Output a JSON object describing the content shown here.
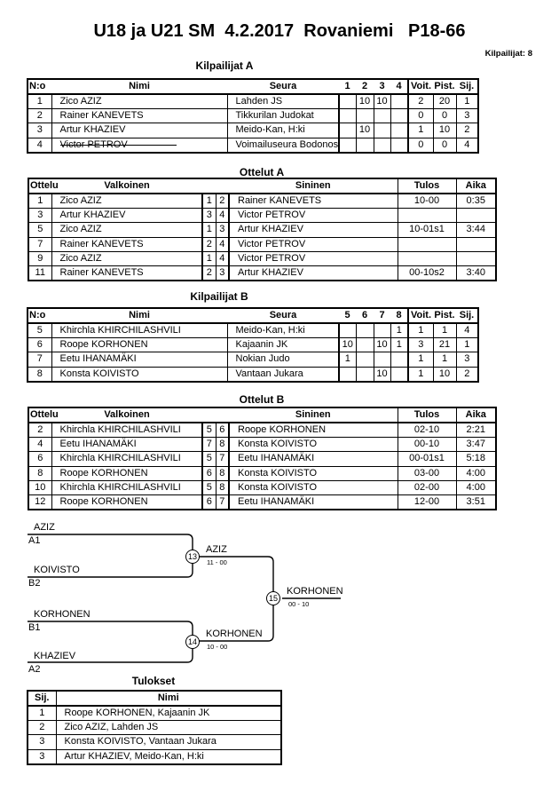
{
  "header": {
    "title": "U18 ja U21 SM  4.2.2017  Rovaniemi   P18-66",
    "competitors_label": "Kilpailijat: 8"
  },
  "pool_a": {
    "heading": "Kilpailijat A",
    "columns": [
      "N:o",
      "Nimi",
      "Seura",
      "1",
      "2",
      "3",
      "4",
      "Voit.",
      "Pist.",
      "Sij."
    ],
    "rows": [
      {
        "no": "1",
        "name": "Zico AZIZ",
        "club": "Lahden JS",
        "m": [
          "",
          "10",
          "10",
          ""
        ],
        "wins": "2",
        "points": "20",
        "place": "1"
      },
      {
        "no": "2",
        "name": "Rainer KANEVETS",
        "club": "Tikkurilan Judokat",
        "m": [
          "",
          "",
          "",
          ""
        ],
        "wins": "0",
        "points": "0",
        "place": "3"
      },
      {
        "no": "3",
        "name": "Artur KHAZIEV",
        "club": "Meido-Kan, H:ki",
        "m": [
          "",
          "10",
          "",
          ""
        ],
        "wins": "1",
        "points": "10",
        "place": "2"
      },
      {
        "no": "4",
        "name": "Victor PETROV",
        "club": "Voimailuseura Bodonos",
        "m": [
          "",
          "",
          "",
          ""
        ],
        "wins": "0",
        "points": "0",
        "place": "4"
      }
    ]
  },
  "matches_a": {
    "heading": "Ottelut A",
    "columns": [
      "Ottelu",
      "Valkoinen",
      "Sininen",
      "Tulos",
      "Aika"
    ],
    "rows": [
      {
        "no": "1",
        "white": "Zico AZIZ",
        "wn": "1",
        "bn": "2",
        "blue": "Rainer KANEVETS",
        "result": "10-00",
        "time": "0:35"
      },
      {
        "no": "3",
        "white": "Artur KHAZIEV",
        "wn": "3",
        "bn": "4",
        "blue": "Victor PETROV",
        "result": "",
        "time": ""
      },
      {
        "no": "5",
        "white": "Zico AZIZ",
        "wn": "1",
        "bn": "3",
        "blue": "Artur KHAZIEV",
        "result": "10-01s1",
        "time": "3:44"
      },
      {
        "no": "7",
        "white": "Rainer KANEVETS",
        "wn": "2",
        "bn": "4",
        "blue": "Victor PETROV",
        "result": "",
        "time": ""
      },
      {
        "no": "9",
        "white": "Zico AZIZ",
        "wn": "1",
        "bn": "4",
        "blue": "Victor PETROV",
        "result": "",
        "time": ""
      },
      {
        "no": "11",
        "white": "Rainer KANEVETS",
        "wn": "2",
        "bn": "3",
        "blue": "Artur KHAZIEV",
        "result": "00-10s2",
        "time": "3:40"
      }
    ]
  },
  "pool_b": {
    "heading": "Kilpailijat B",
    "columns": [
      "N:o",
      "Nimi",
      "Seura",
      "5",
      "6",
      "7",
      "8",
      "Voit.",
      "Pist.",
      "Sij."
    ],
    "rows": [
      {
        "no": "5",
        "name": "Khirchla KHIRCHILASHVILI",
        "club": "Meido-Kan, H:ki",
        "m": [
          "",
          "",
          "",
          "1"
        ],
        "wins": "1",
        "points": "1",
        "place": "4"
      },
      {
        "no": "6",
        "name": "Roope KORHONEN",
        "club": "Kajaanin JK",
        "m": [
          "10",
          "",
          "10",
          "1"
        ],
        "wins": "3",
        "points": "21",
        "place": "1"
      },
      {
        "no": "7",
        "name": "Eetu IHANAMÄKI",
        "club": "Nokian Judo",
        "m": [
          "1",
          "",
          "",
          ""
        ],
        "wins": "1",
        "points": "1",
        "place": "3"
      },
      {
        "no": "8",
        "name": "Konsta KOIVISTO",
        "club": "Vantaan Jukara",
        "m": [
          "",
          "",
          "10",
          ""
        ],
        "wins": "1",
        "points": "10",
        "place": "2"
      }
    ]
  },
  "matches_b": {
    "heading": "Ottelut B",
    "columns": [
      "Ottelu",
      "Valkoinen",
      "Sininen",
      "Tulos",
      "Aika"
    ],
    "rows": [
      {
        "no": "2",
        "white": "Khirchla KHIRCHILASHVILI",
        "wn": "5",
        "bn": "6",
        "blue": "Roope KORHONEN",
        "result": "02-10",
        "time": "2:21"
      },
      {
        "no": "4",
        "white": "Eetu IHANAMÄKI",
        "wn": "7",
        "bn": "8",
        "blue": "Konsta KOIVISTO",
        "result": "00-10",
        "time": "3:47"
      },
      {
        "no": "6",
        "white": "Khirchla KHIRCHILASHVILI",
        "wn": "5",
        "bn": "7",
        "blue": "Eetu IHANAMÄKI",
        "result": "00-01s1",
        "time": "5:18"
      },
      {
        "no": "8",
        "white": "Roope KORHONEN",
        "wn": "6",
        "bn": "8",
        "blue": "Konsta KOIVISTO",
        "result": "03-00",
        "time": "4:00"
      },
      {
        "no": "10",
        "white": "Khirchla KHIRCHILASHVILI",
        "wn": "5",
        "bn": "8",
        "blue": "Konsta KOIVISTO",
        "result": "02-00",
        "time": "4:00"
      },
      {
        "no": "12",
        "white": "Roope KORHONEN",
        "wn": "6",
        "bn": "7",
        "blue": "Eetu IHANAMÄKI",
        "result": "12-00",
        "time": "3:51"
      }
    ]
  },
  "bracket": {
    "sf1": {
      "top": "AZIZ",
      "top_seed": "A1",
      "bottom": "KOIVISTO",
      "bottom_seed": "B2",
      "match": "13",
      "winner": "AZIZ",
      "score": "11 - 00"
    },
    "sf2": {
      "top": "KORHONEN",
      "top_seed": "B1",
      "bottom": "KHAZIEV",
      "bottom_seed": "A2",
      "match": "14",
      "winner": "KORHONEN",
      "score": "10 - 00"
    },
    "final": {
      "match": "15",
      "winner": "KORHONEN",
      "score": "00 - 10"
    }
  },
  "results": {
    "heading": "Tulokset",
    "columns": [
      "Sij.",
      "Nimi"
    ],
    "rows": [
      {
        "place": "1",
        "name": "Roope KORHONEN, Kajaanin JK"
      },
      {
        "place": "2",
        "name": "Zico AZIZ, Lahden JS"
      },
      {
        "place": "3",
        "name": "Konsta KOIVISTO, Vantaan Jukara"
      },
      {
        "place": "3",
        "name": "Artur KHAZIEV, Meido-Kan, H:ki"
      }
    ]
  }
}
